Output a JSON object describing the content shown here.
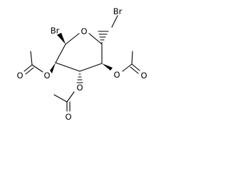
{
  "structure": {
    "atoms": {
      "ring_oxygen": "O",
      "anomeric_bromine": "Br",
      "bromomethyl_bromine": "Br",
      "o2": "O",
      "o3": "O",
      "o4": "O",
      "carbonyl_o2": "O",
      "carbonyl_o3": "O",
      "carbonyl_o4": "O"
    }
  },
  "colors": {
    "bond": "#000000",
    "text": "#000000",
    "background": "#ffffff"
  }
}
